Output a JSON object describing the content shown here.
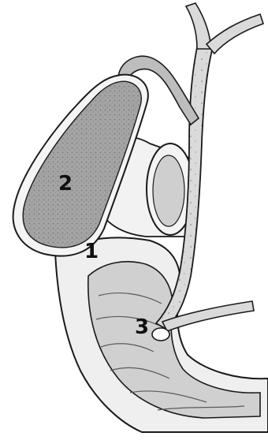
{
  "figure": {
    "labels": {
      "one": "1",
      "two": "2",
      "three": "3"
    },
    "colors": {
      "outline": "#1a1a1a",
      "gallbladder_fill": "#9c9c9c",
      "duct_fill": "#d6d6d6",
      "intestine_fill": "#c9c9c9",
      "background": "#ffffff"
    }
  }
}
